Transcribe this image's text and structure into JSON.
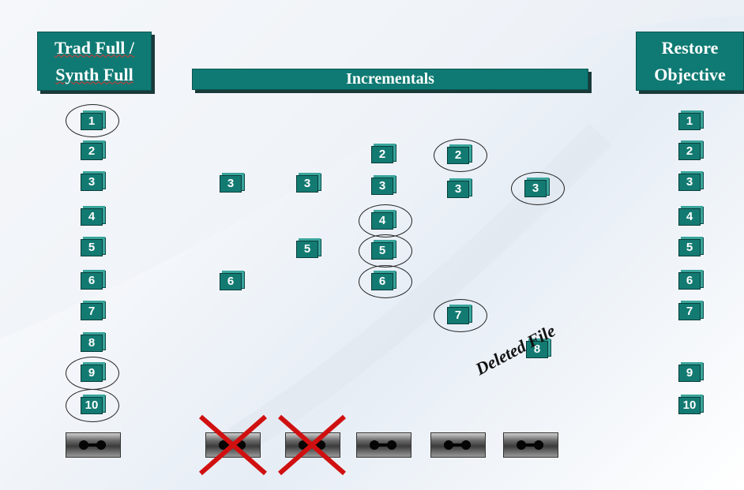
{
  "headers": {
    "trad_line1": "Trad Full /",
    "trad_line2": "Synth Full",
    "incrementals": "Incrementals",
    "restore_line1": "Restore",
    "restore_line2": "Objective"
  },
  "columns": {
    "trad_full": [
      "1",
      "2",
      "3",
      "4",
      "5",
      "6",
      "7",
      "8",
      "9",
      "10"
    ],
    "inc1": [
      "3",
      "6"
    ],
    "inc2": [
      "3",
      "5"
    ],
    "inc3": [
      "2",
      "3",
      "4",
      "5",
      "6"
    ],
    "inc4": [
      "2",
      "3",
      "7"
    ],
    "inc5": [
      "3",
      "8"
    ],
    "restore": [
      "1",
      "2",
      "3",
      "4",
      "5",
      "6",
      "7",
      "9",
      "10"
    ]
  },
  "annotation": "Deleted File",
  "colors": {
    "teal": "#137a72",
    "cross": "#d01010"
  }
}
